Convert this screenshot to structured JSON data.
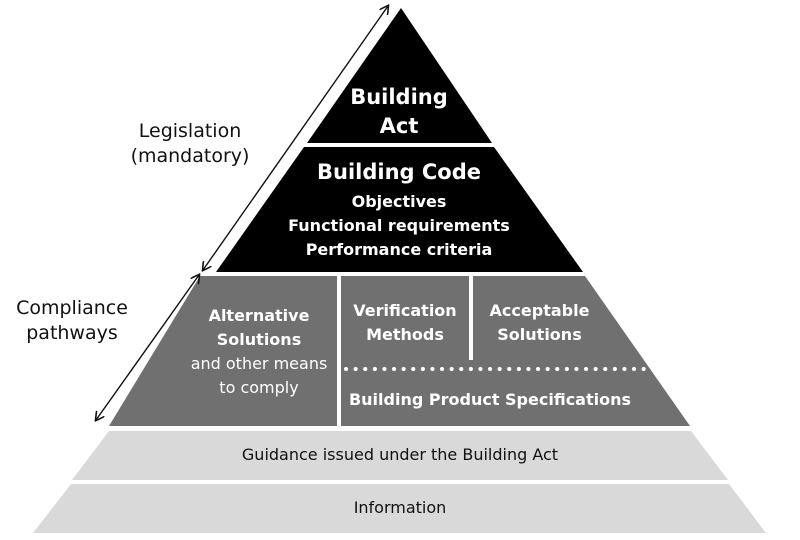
{
  "side_labels": {
    "legislation": [
      "Legislation",
      "(mandatory)"
    ],
    "compliance": [
      "Compliance",
      "pathways"
    ]
  },
  "building_act": {
    "lines": [
      "Building",
      "Act"
    ]
  },
  "building_code": {
    "title": "Building Code",
    "items": [
      "Objectives",
      "Functional requirements",
      "Performance criteria"
    ]
  },
  "compliance_boxes": {
    "alternative": {
      "title_lines": [
        "Alternative",
        "Solutions"
      ],
      "sub_lines": [
        "and other means",
        "to comply"
      ]
    },
    "verification": {
      "lines": [
        "Verification",
        "Methods"
      ]
    },
    "acceptable": {
      "lines": [
        "Acceptable",
        "Solutions"
      ]
    },
    "product_specs": "Building Product Specifications"
  },
  "bands": {
    "guidance": "Guidance issued under the Building Act",
    "information": "Information"
  },
  "colors": {
    "legislation_fill": "#000000",
    "compliance_fill": "#707070",
    "band_fill": "#d9d9d9",
    "divider": "#ffffff",
    "arrow": "#111111"
  }
}
